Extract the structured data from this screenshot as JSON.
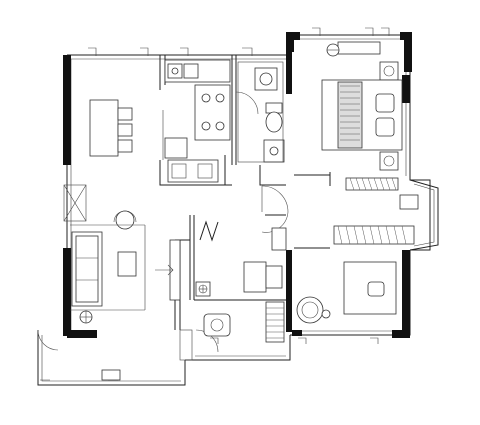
{
  "plan": {
    "colors": {
      "wall": "#111111",
      "line": "#222222",
      "background": "#ffffff"
    },
    "rooms": [
      {
        "id": "living-dining",
        "label": ""
      },
      {
        "id": "kitchen",
        "label": ""
      },
      {
        "id": "bathroom",
        "label": ""
      },
      {
        "id": "master-bedroom",
        "label": ""
      },
      {
        "id": "study",
        "label": ""
      },
      {
        "id": "second-bedroom",
        "label": ""
      },
      {
        "id": "balcony",
        "label": ""
      }
    ],
    "icons": [
      "bed-icon",
      "sofa-icon",
      "dining-table-icon",
      "stove-icon",
      "sink-icon",
      "toilet-icon",
      "desk-icon",
      "plant-icon",
      "door-icon",
      "window-icon",
      "wardrobe-icon"
    ]
  }
}
